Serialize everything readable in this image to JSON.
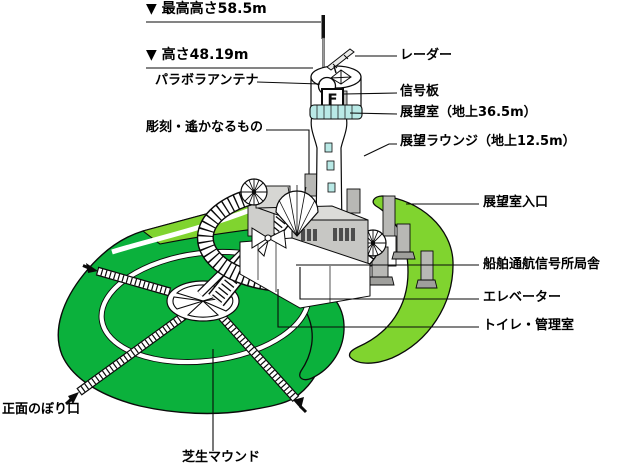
{
  "colors": {
    "mound_green": "#0bb13c",
    "light_green": "#80d42f",
    "glass_cyan": "#b9e9e6",
    "structure_gray": "#c9c9c6",
    "line": "#111111"
  },
  "labels": {
    "max_height": "▼ 最高高さ58.5m",
    "height": "▼ 高さ48.19m",
    "parabola_antenna": "パラボラアンテナ",
    "sculpture": "彫刻・遙かなるもの",
    "radar": "レーダー",
    "signal_board": "信号板",
    "observation_room": "展望室（地上36.5m）",
    "observation_lounge": "展望ラウンジ（地上12.5m）",
    "observation_entrance": "展望室入口",
    "signal_station": "船舶通航信号所局舎",
    "elevator": "エレベーター",
    "toilet_office": "トイレ・管理室",
    "front_entrance": "正面のぼり口",
    "lawn_mound": "芝生マウンド",
    "signal_board_letter": "F"
  }
}
